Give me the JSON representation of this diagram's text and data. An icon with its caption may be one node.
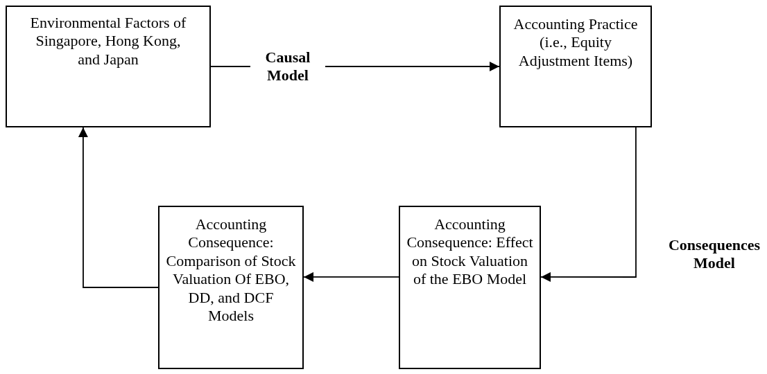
{
  "diagram": {
    "nodes": [
      {
        "text": [
          "Environmental Factors of Singapore, Hong Kong, and Japan"
        ]
      },
      {
        "text": [
          "Accounting Practice (i.e., Equity Adjustment Items)"
        ]
      },
      {
        "text": [
          "Accounting Consequence: Effect on Stock Valuation of the EBO Model"
        ]
      },
      {
        "text": [
          "Accounting Consequence: Comparison of Stock Valuation Of EBO, DD, and DCF Models"
        ]
      }
    ],
    "edges": [
      {
        "from": 0,
        "to": 1,
        "arrow": "to",
        "label": "Causal Model"
      },
      {
        "from": 1,
        "to": 2,
        "arrow": "to",
        "label": "Consequences Model"
      },
      {
        "from": 2,
        "to": 3,
        "arrow": "to"
      },
      {
        "from": 3,
        "to": 0,
        "arrow": "to"
      }
    ]
  }
}
